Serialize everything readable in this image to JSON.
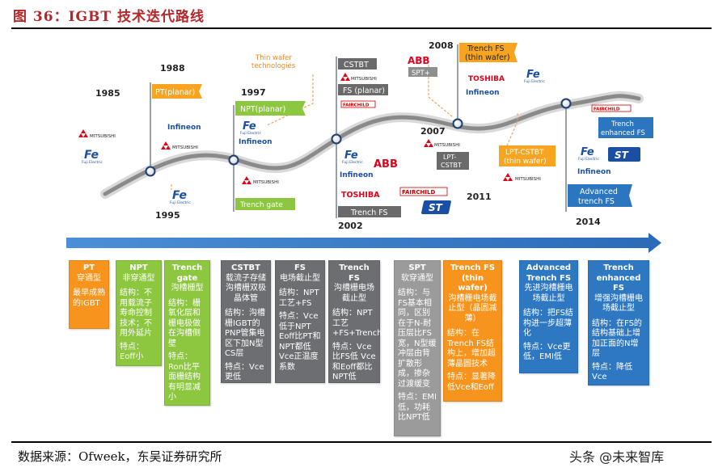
{
  "header": {
    "title": "图 36：IGBT 技术迭代路线"
  },
  "footer": {
    "source": "数据来源：Ofweek，东吴证券研究所",
    "watermark": "头条 @未来智库"
  },
  "colors": {
    "orange": "#f7941d",
    "green": "#8dc63f",
    "gray": "#6d6e71",
    "lightgray": "#9b9b9b",
    "blue": "#2e78c2",
    "arrow": "#3a7bc8",
    "flag_green": "#8dc63f",
    "flag_orange": "#f7a520",
    "flag_gray": "#6a6a6a",
    "flag_blue": "#2c75bf"
  },
  "years": {
    "y1985": "1985",
    "y1988": "1988",
    "y1995": "1995",
    "y1997": "1997",
    "y2002": "2002",
    "y2007": "2007",
    "y2008": "2008",
    "y2011": "2011",
    "y2014": "2014"
  },
  "flags": {
    "pt": "PT(planar)",
    "npt": "NPT(planar)",
    "trench_gate": "Trench gate",
    "cstbt": "CSTBT",
    "fs_planar": "FS (planar)",
    "trench_fs": "Trench FS",
    "trench_fs_thin_1": "Trench FS",
    "trench_fs_thin_2": "(thin wafer)",
    "lpt_cstbt_1": "LPT-CSTBT",
    "lpt_cstbt_2": "(thin wafer)",
    "lpt_cstbt_small_1": "LPT-",
    "lpt_cstbt_small_2": "CSTBT",
    "spt": "SPT+",
    "trench_enh_1": "Trench",
    "trench_enh_2": "enhanced FS",
    "adv_1": "Advanced",
    "adv_2": "trench FS"
  },
  "annotations": {
    "thin_wafer_1": "Thin wafer",
    "thin_wafer_2": "technologies"
  },
  "brands": {
    "mitsubishi": "MITSUBISHI",
    "fe": "Fe",
    "fuji": "Fuji Electric",
    "infineon": "Infineon",
    "abb": "ABB",
    "toshiba": "TOSHIBA",
    "fairchild": "FAIRCHILD",
    "st": "ST"
  },
  "boxes": [
    {
      "title": "PT",
      "subtitle": "穿通型",
      "desc": [
        "最早成熟的IGBT"
      ],
      "color": "#f7941d"
    },
    {
      "title": "NPT",
      "subtitle": "非穿通型",
      "desc": [
        "结构：不用载流子寿命控制技术；不用外延片",
        "特点：Eoff小"
      ],
      "color": "#8dc63f"
    },
    {
      "title": "Trench gate",
      "subtitle": "沟槽栅型",
      "desc": [
        "结构：栅氧化层和栅电极做在沟槽侧壁",
        "特点：Ron比平面栅结构有明显减小"
      ],
      "color": "#8dc63f"
    },
    {
      "title": "CSTBT",
      "subtitle": "载流子存储沟槽栅双极晶体管",
      "desc": [
        "结构：沟槽栅IGBT的PNP管集电区下加N型CS层",
        "特点：Vce更低"
      ],
      "color": "#6d6e71"
    },
    {
      "title": "FS",
      "subtitle": "电场截止型",
      "desc": [
        "结构：NPT工艺+FS",
        "特点：Vce低于NPT Eoff比PT和NPT都低 Vce正温度系数"
      ],
      "color": "#6d6e71"
    },
    {
      "title": "Trench FS",
      "subtitle": "沟槽栅电场截止型",
      "desc": [
        "结构：NPT工艺+FS+Trench",
        "特点：Vce比FS低 Vce和Eoff都比NPT低"
      ],
      "color": "#6d6e71"
    },
    {
      "title": "SPT",
      "subtitle": "软穿通型",
      "desc": [
        "结构：与FS基本相同，区别在于N-耐压层比FS宽，N型缓冲层由背扩散形成，掺杂过渡缓变",
        "特点：EMI低，功耗比NPT低"
      ],
      "color": "#9b9b9b"
    },
    {
      "title": "Trench FS (thin wafer)",
      "subtitle": "沟槽栅电场截止型（晶圆减薄）",
      "desc": [
        "结构：在Trench FS结构上，增加超薄晶圆技术",
        "特点：显著降低Vce和Eoff"
      ],
      "color": "#f7941d"
    },
    {
      "title": "Advanced Trench FS",
      "subtitle": "先进沟槽栅电场截止型",
      "desc": [
        "结构：把FS结构进一步超薄化",
        "特点：Vce更低，EMI低"
      ],
      "color": "#2e78c2"
    },
    {
      "title": "Trench enhanced FS",
      "subtitle": "增强沟槽栅电场截止型",
      "desc": [
        "结构：在FS的结构基础上增加正面的N增层",
        "特点：降低Vce"
      ],
      "color": "#2e78c2"
    }
  ]
}
